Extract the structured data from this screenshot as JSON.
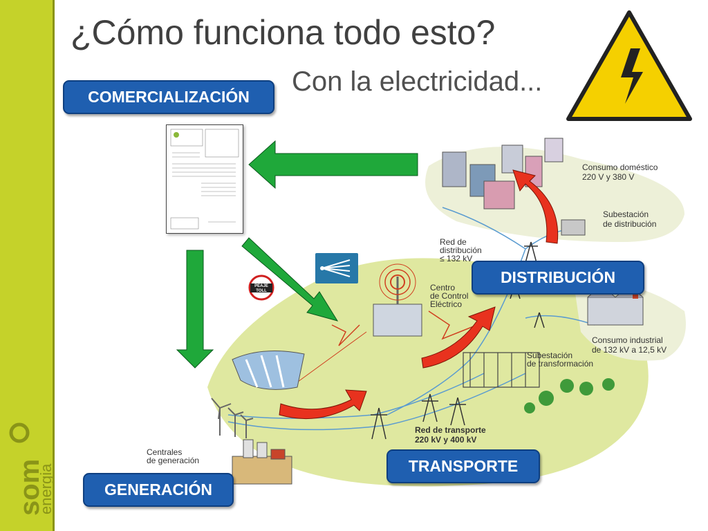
{
  "slide": {
    "title": "¿Cómo funciona todo esto?",
    "subtitle": "Con la electricidad..."
  },
  "labels": {
    "comercializacion": "COMERCIALIZACIÓN",
    "distribucion": "DISTRIBUCIÓN",
    "transporte": "TRANSPORTE",
    "generacion": "GENERACIÓN"
  },
  "diagram": {
    "consumo_domestico": [
      "Consumo doméstico",
      "220 V y 380 V"
    ],
    "subestacion_distribucion": [
      "Subestación",
      "de distribución"
    ],
    "red_distribucion": [
      "Red de",
      "distribución",
      "≤ 132 kV"
    ],
    "centro_control": [
      "Centro",
      "de Control",
      "Eléctrico"
    ],
    "consumo_industrial": [
      "Consumo industrial",
      "de 132 kV a 12,5 kV"
    ],
    "subestacion_transformacion": [
      "Subestación",
      "de transformación"
    ],
    "red_transporte": [
      "Red de transporte",
      "220 kV y 400 kV"
    ],
    "centrales": [
      "Centrales",
      "de generación"
    ],
    "peaje": [
      "PEAJE",
      "TOLL"
    ]
  },
  "brand": {
    "logo_text": [
      "som",
      "energia"
    ]
  },
  "colors": {
    "sidebar": "#c5d22a",
    "label_bg": "#1f5fb0",
    "green_arrow": "#1fa83a",
    "red_arrow": "#e8321e",
    "warning_yellow": "#f5d000",
    "land": "#dfe8a0"
  },
  "icons": [
    "warning-electricity-icon",
    "network-icon",
    "toll-sign-icon"
  ]
}
